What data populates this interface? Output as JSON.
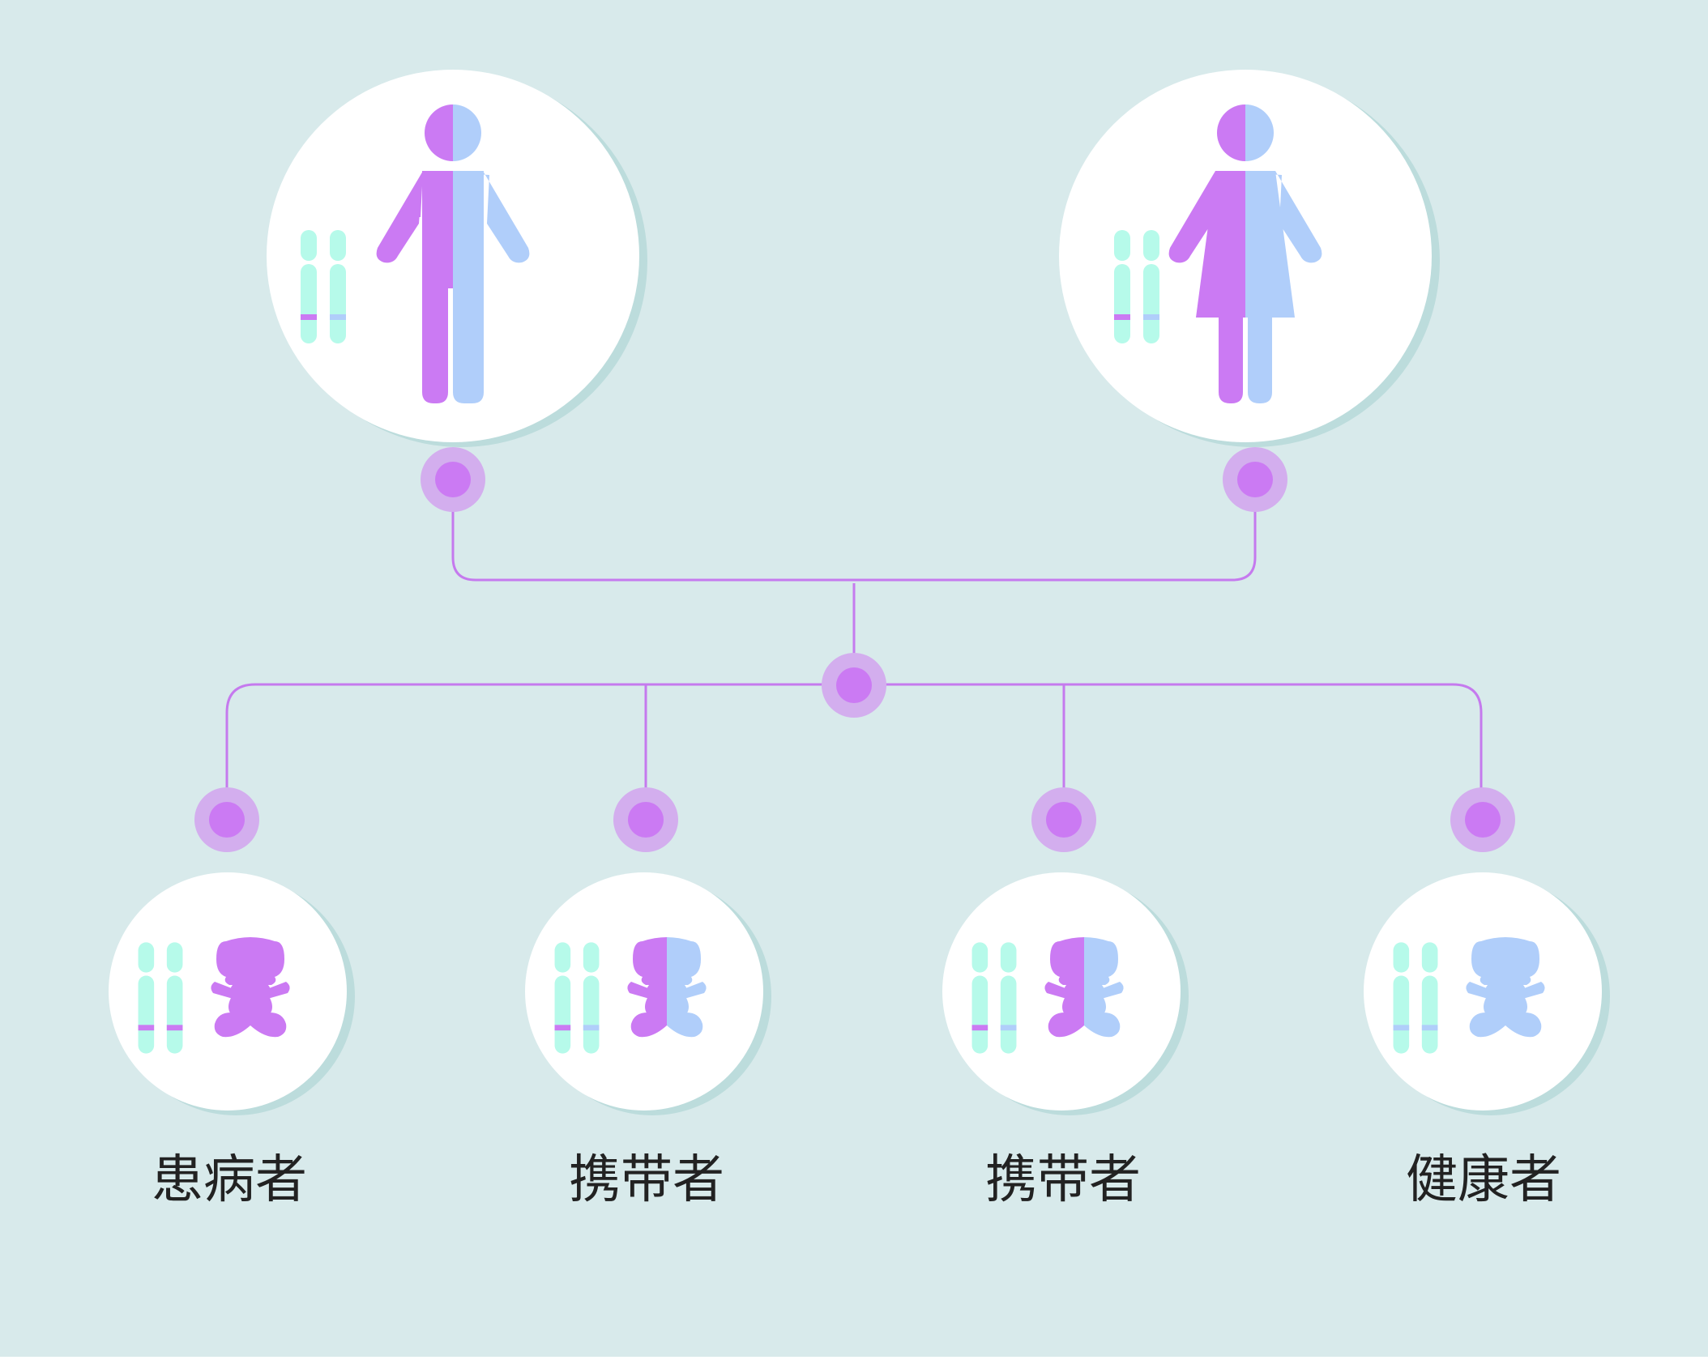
{
  "colors": {
    "background": "#d8eaeb",
    "affected": "#cb7af3",
    "healthy": "#b0cefa",
    "chromosome": "#b6faea",
    "circle_fill": "#ffffff",
    "circle_shadow": "#bcdcdc",
    "connector": "#c57aee",
    "node_halo": "#d3aeee"
  },
  "icons": {
    "parents": [
      "male-figure-icon",
      "female-figure-icon"
    ],
    "children": [
      "baby-icon",
      "baby-icon",
      "baby-icon",
      "baby-icon"
    ],
    "chromosome": "chromosome-pair-icon"
  },
  "parents": [
    {
      "genotype": [
        "affected",
        "healthy"
      ]
    },
    {
      "genotype": [
        "affected",
        "healthy"
      ]
    }
  ],
  "children": [
    {
      "label": "患病者",
      "genotype": [
        "affected",
        "affected"
      ]
    },
    {
      "label": "携带者",
      "genotype": [
        "affected",
        "healthy"
      ]
    },
    {
      "label": "携带者",
      "genotype": [
        "affected",
        "healthy"
      ]
    },
    {
      "label": "健康者",
      "genotype": [
        "healthy",
        "healthy"
      ]
    }
  ]
}
